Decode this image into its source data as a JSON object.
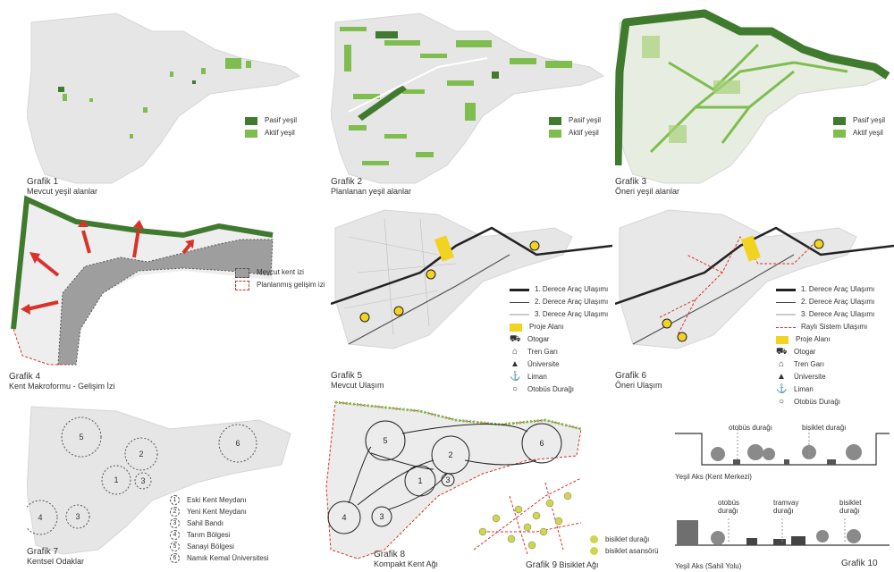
{
  "colors": {
    "map": "#e6e6e6",
    "map_edge": "#d6d6d6",
    "pasif": "#3f7a2e",
    "aktif": "#7ebd4e",
    "red": "#d9322a",
    "yellow": "#f2d320",
    "grey": "#9a9a9a",
    "bike": "#cfd64b"
  },
  "legend_green": {
    "pasif": "Pasif yeşil",
    "aktif": "Aktif yeşil"
  },
  "g1": {
    "title": "Grafik 1",
    "sub": "Mevcut yeşil alanlar"
  },
  "g2": {
    "title": "Grafik 2",
    "sub": "Planlanan yeşil alanlar"
  },
  "g3": {
    "title": "Grafik 3",
    "sub": "Öneri yeşil alanlar"
  },
  "g4": {
    "title": "Grafik 4",
    "sub": "Kent Makroformu - Gelişim İzi",
    "legend": [
      "Mevcut kent izi",
      "Planlanmış gelişim izi"
    ]
  },
  "g5": {
    "title": "Grafik 5",
    "sub": "Mevcut Ulaşım",
    "legend": [
      "1. Derece Araç Ulaşımı",
      "2. Derece Araç Ulaşımı",
      "3. Derece Araç Ulaşımı",
      "Proje Alanı",
      "Otogar",
      "Tren Garı",
      "Üniversite",
      "Liman",
      "Otobüs Durağı"
    ]
  },
  "g6": {
    "title": "Grafik 6",
    "sub": "Öneri Ulaşım",
    "legend": [
      "1. Derece Araç Ulaşımı",
      "2. Derece Araç Ulaşımı",
      "3. Derece Araç Ulaşımı",
      "Raylı Sistem Ulaşımı",
      "Proje Alanı",
      "Otogar",
      "Tren Garı",
      "Üniversite",
      "Liman",
      "Otobüs Durağı"
    ]
  },
  "g7": {
    "title": "Grafik 7",
    "sub": "Kentsel Odaklar",
    "legend": [
      {
        "n": "1",
        "label": "Eski Kent Meydanı"
      },
      {
        "n": "2",
        "label": "Yeni Kent Meydanı"
      },
      {
        "n": "3",
        "label": "Sahil Bandı"
      },
      {
        "n": "4",
        "label": "Tarım Bölgesi"
      },
      {
        "n": "5",
        "label": "Sanayi Bölgesi"
      },
      {
        "n": "6",
        "label": "Namık Kemal Üniversitesi"
      }
    ]
  },
  "g8": {
    "title": "Grafik 8",
    "sub": "Kompakt Kent Ağı"
  },
  "g9": {
    "title": "Grafik 9",
    "sub": "Bisiklet Ağı",
    "legend": [
      "bisiklet durağı",
      "bisiklet asansörü"
    ]
  },
  "g10": {
    "title": "Grafik 10",
    "top_labels": [
      "otobüs durağı",
      "bisiklet durağı"
    ],
    "top_caption": "Yeşil Aks (Kent Merkezi)",
    "bottom_labels": [
      "otobüs\ndurağı",
      "tramvay\ndurağı",
      "bisiklet\ndurağı"
    ],
    "bottom_caption": "Yeşil Aks (Sahil Yolu)"
  },
  "nodes": [
    "1",
    "2",
    "3",
    "4",
    "5",
    "6"
  ]
}
